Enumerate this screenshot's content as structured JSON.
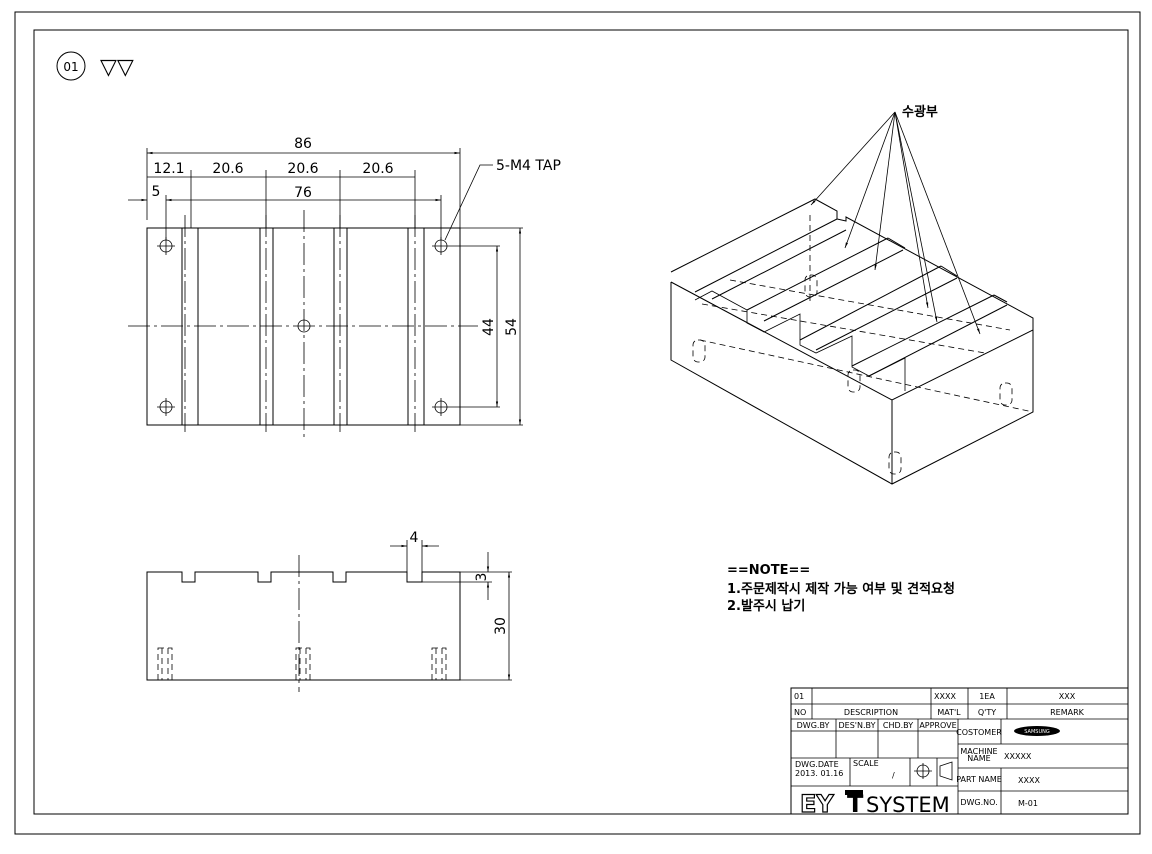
{
  "header": {
    "part_no": "01",
    "finish_symbol": "▽▽"
  },
  "dimensions": {
    "overall_width": "86",
    "pitch_1": "12.1",
    "pitch_2": "20.6",
    "pitch_3": "20.6",
    "pitch_4": "20.6",
    "hole_span": "76",
    "edge_offset": "5",
    "tap_callout": "5-M4 TAP",
    "hole_height": "44",
    "overall_height": "54",
    "slot_width": "4",
    "slot_depth": "3",
    "thickness": "30"
  },
  "callout": {
    "label": "수광부"
  },
  "notes": {
    "heading": "==NOTE==",
    "line1": "1.주문제작시 제작 가능 여부 및 견적요청",
    "line2": "2.발주시 납기"
  },
  "title_block": {
    "row1_no": "01",
    "row1_mat": "XXXX",
    "row1_qty": "1EA",
    "row1_remark": "XXX",
    "hdr_no": "NO",
    "hdr_desc": "DESCRIPTION",
    "hdr_mat": "MAT'L",
    "hdr_qty": "Q'TY",
    "hdr_remark": "REMARK",
    "dwg_by": "DWG.BY",
    "des_by": "DES'N.BY",
    "chd_by": "CHD.BY",
    "approve": "APPROVE",
    "customer_label": "COSTOMER",
    "customer_logo": "SAMSUNG",
    "machine_label_1": "MACHINE",
    "machine_label_2": "NAME",
    "machine_value": "XXXXX",
    "dwg_date_label": "DWG.DATE",
    "dwg_date_value": "2013. 01.16",
    "scale_label": "SCALE",
    "scale_value": "/",
    "part_name_label": "PART NAME",
    "part_name_value": "XXXX",
    "dwg_no_label": "DWG.NO.",
    "dwg_no_value": "M-01",
    "company_a": "EY",
    "company_b": "T",
    "company_c": "SYSTEM"
  }
}
